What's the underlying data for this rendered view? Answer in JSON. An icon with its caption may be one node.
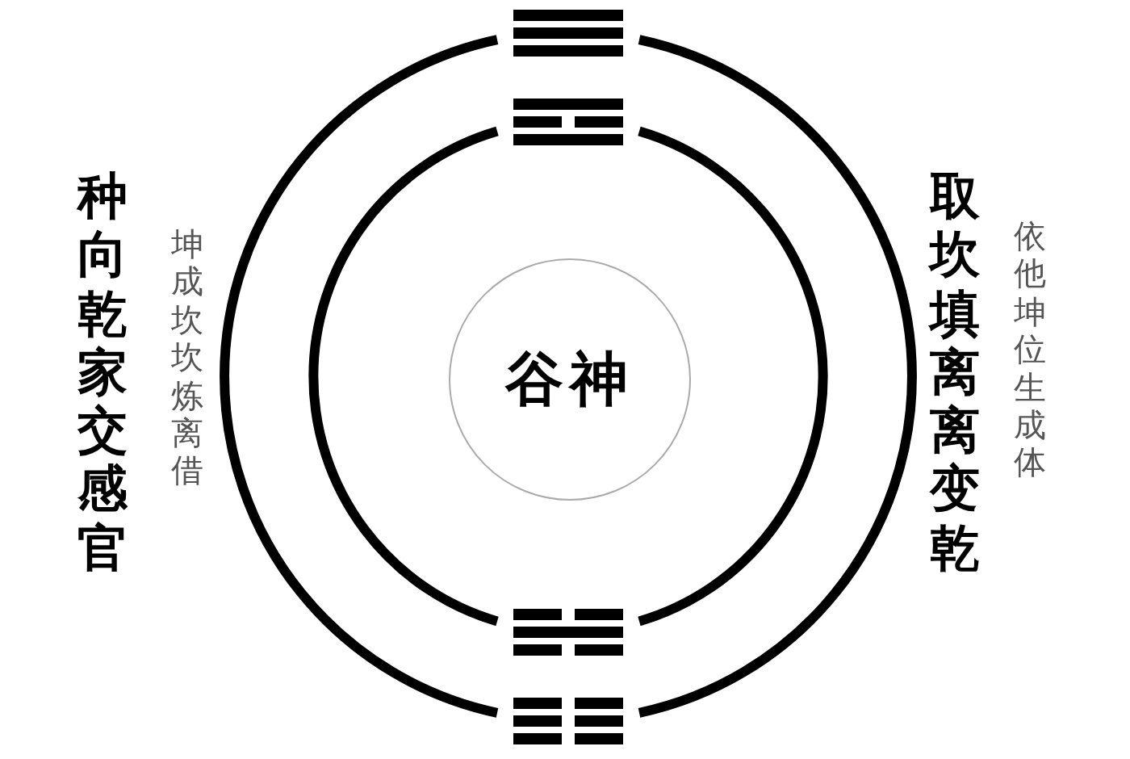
{
  "diagram": {
    "nodes": [
      {
        "text": [
          "谷神"
        ]
      }
    ],
    "labels": [
      "种向乾家交感官",
      "坤成坎坎炼离借",
      "取坎填离离变乾",
      "依他坤位生成体"
    ]
  }
}
